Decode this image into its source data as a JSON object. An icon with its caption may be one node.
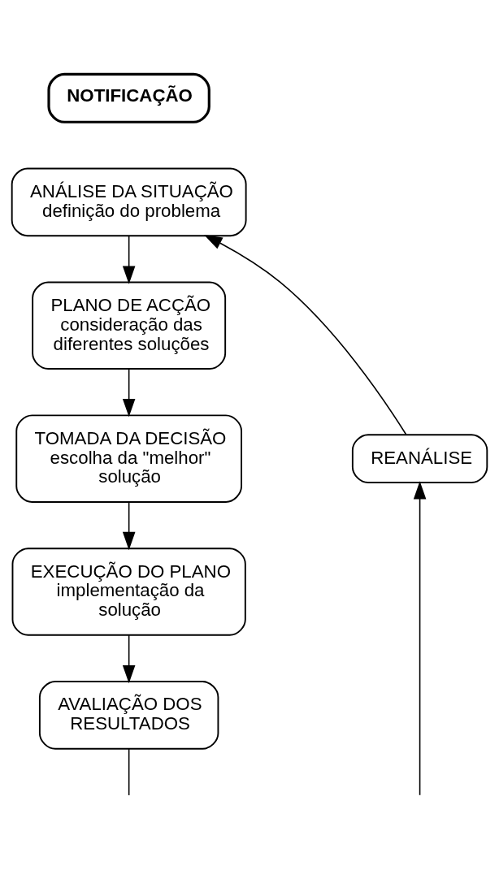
{
  "diagram": {
    "nodes": [
      {
        "text": [
          "NOTIFICAÇÃO"
        ]
      },
      {
        "text": [
          "ANÁLISE DA SITUAÇÃO",
          "definição do problema"
        ]
      },
      {
        "text": [
          "PLANO DE ACÇÃO",
          "consideração das diferentes soluções"
        ]
      },
      {
        "text": [
          "TOMADA DA DECISÃO",
          "escolha da \"melhor\" solução"
        ]
      },
      {
        "text": [
          "EXECUÇÃO DO PLANO",
          "implementação da solução"
        ]
      },
      {
        "text": [
          "AVALIAÇÃO DOS RESULTADOS"
        ]
      },
      {
        "text": [
          "REANÁLISE"
        ]
      }
    ],
    "edges": [
      {
        "from": 1,
        "to": 2,
        "arrow": "to"
      },
      {
        "from": 2,
        "to": 3,
        "arrow": "to"
      },
      {
        "from": 3,
        "to": 4,
        "arrow": "to"
      },
      {
        "from": 4,
        "to": 5,
        "arrow": "to"
      },
      {
        "from": 5,
        "to": null,
        "arrow": "none"
      },
      {
        "from": null,
        "to": 6,
        "arrow": "to"
      },
      {
        "from": 6,
        "to": 1,
        "arrow": "to"
      }
    ]
  }
}
